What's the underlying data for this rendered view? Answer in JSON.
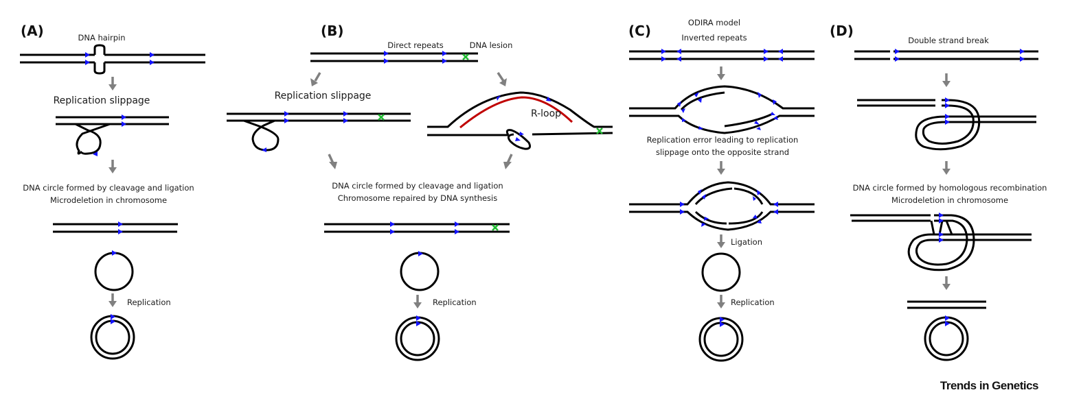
{
  "figure": {
    "source": "Trends in Genetics",
    "colors": {
      "dna_strand": "#000000",
      "repeat_marker": "#1414ff",
      "rna_strand": "#c00000",
      "lesion_marker": "#22bb33",
      "process_arrow": "#808080"
    }
  },
  "panels": [
    {
      "id": "A",
      "label": "(A)",
      "texts": {
        "feature": "DNA hairpin",
        "step1": "Replication slippage",
        "step2_line1": "DNA circle formed by cleavage and ligation",
        "step2_line2": "Microdeletion in chromosome",
        "step3": "Replication"
      }
    },
    {
      "id": "B",
      "label": "(B)",
      "texts": {
        "feature1": "Direct repeats",
        "feature2": "DNA lesion",
        "step1": "Replication slippage",
        "rloop": "R-loop",
        "step2_line1": "DNA circle formed by cleavage and ligation",
        "step2_line2": "Chromosome repaired by DNA synthesis",
        "step3": "Replication"
      }
    },
    {
      "id": "C",
      "label": "(C)",
      "texts": {
        "model": "ODIRA model",
        "feature": "Inverted repeats",
        "step1_line1": "Replication error leading to replication",
        "step1_line2": "slippage onto the opposite strand",
        "step2": "Ligation",
        "step3": "Replication"
      }
    },
    {
      "id": "D",
      "label": "(D)",
      "texts": {
        "feature": "Double strand break",
        "step1_line1": "DNA circle formed by homologous recombination",
        "step1_line2": "Microdeletion in chromosome"
      }
    }
  ]
}
